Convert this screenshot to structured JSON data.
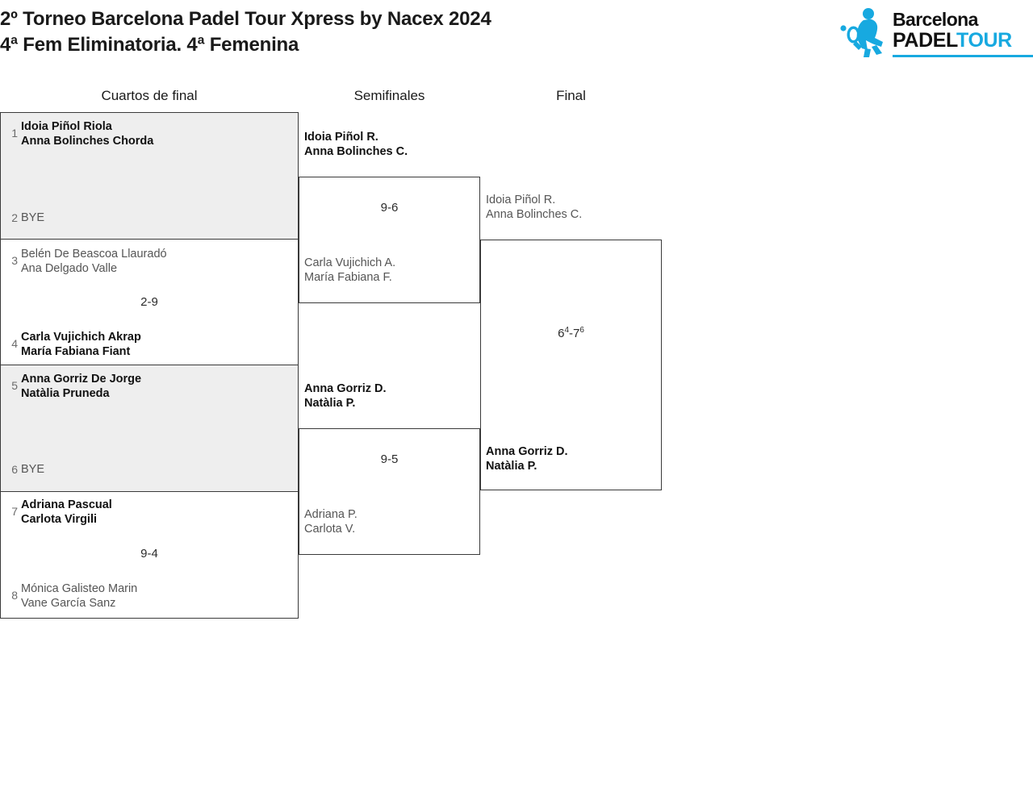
{
  "header": {
    "title_line1": "2º Torneo Barcelona Padel Tour Xpress by Nacex 2024",
    "title_line2": "4ª Fem Eliminatoria. 4ª Femenina",
    "logo": {
      "word_top": "Barcelona",
      "word_bottom_dark": "PADEL",
      "word_bottom_accent": "TOUR",
      "accent_color": "#17a9e0"
    }
  },
  "rounds": [
    {
      "id": "quarterfinals",
      "label": "Cuartos de final"
    },
    {
      "id": "semifinals",
      "label": "Semifinales"
    },
    {
      "id": "final",
      "label": "Final"
    }
  ],
  "quarterfinals": [
    {
      "shaded": true,
      "score": "",
      "top": {
        "seed": "1",
        "player1": "Idoia Piñol Riola",
        "player2": "Anna Bolinches Chorda",
        "result": "winner"
      },
      "bottom": {
        "seed": "2",
        "player1": "BYE",
        "player2": "",
        "result": "bye"
      }
    },
    {
      "shaded": false,
      "score": "2-9",
      "top": {
        "seed": "3",
        "player1": "Belén De Beascoa Llauradó",
        "player2": "Ana Delgado Valle",
        "result": "loser"
      },
      "bottom": {
        "seed": "4",
        "player1": "Carla Vujichich Akrap",
        "player2": "María Fabiana Fiant",
        "result": "winner"
      }
    },
    {
      "shaded": true,
      "score": "",
      "top": {
        "seed": "5",
        "player1": "Anna Gorriz De Jorge",
        "player2": "Natàlia Pruneda",
        "result": "winner"
      },
      "bottom": {
        "seed": "6",
        "player1": "BYE",
        "player2": "",
        "result": "bye"
      }
    },
    {
      "shaded": false,
      "score": "9-4",
      "top": {
        "seed": "7",
        "player1": "Adriana Pascual",
        "player2": "Carlota Virgili",
        "result": "winner"
      },
      "bottom": {
        "seed": "8",
        "player1": "Mónica Galisteo Marin",
        "player2": "Vane García Sanz",
        "result": "loser"
      }
    }
  ],
  "semifinals": [
    {
      "score": "9-6",
      "top": {
        "player1": "Idoia Piñol R.",
        "player2": "Anna Bolinches C.",
        "result": "winner"
      },
      "bottom": {
        "player1": "Carla Vujichich A.",
        "player2": "María Fabiana F.",
        "result": "loser"
      }
    },
    {
      "score": "9-5",
      "top": {
        "player1": "Anna Gorriz D.",
        "player2": "Natàlia P.",
        "result": "winner"
      },
      "bottom": {
        "player1": "Adriana P.",
        "player2": "Carlota V.",
        "result": "loser"
      }
    }
  ],
  "final": {
    "score_plain": "6-7",
    "score_left": "6",
    "score_left_sup": "4",
    "score_sep": "-",
    "score_right": "7",
    "score_right_sup": "6",
    "top": {
      "player1": "Idoia Piñol R.",
      "player2": "Anna Bolinches C.",
      "result": "loser"
    },
    "bottom": {
      "player1": "Anna Gorriz D.",
      "player2": "Natàlia P.",
      "result": "winner"
    }
  }
}
